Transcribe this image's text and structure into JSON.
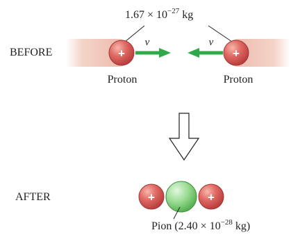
{
  "mass_label": {
    "mantissa": "1.67 × 10",
    "exponent": "−27",
    "unit": " kg"
  },
  "before_label": "BEFORE",
  "after_label": "AFTER",
  "proton_left_label": "Proton",
  "proton_right_label": "Proton",
  "velocity_symbol": "v",
  "charge_symbol": "+",
  "pion_label": {
    "prefix": "Pion (2.40 × 10",
    "exponent": "−28",
    "unit": " kg)"
  },
  "colors": {
    "proton": "#d84848",
    "proton_trail": "#f1c8ba",
    "pion": "#7fd07a",
    "arrow": "#2eaa4a",
    "line": "#231f20"
  }
}
